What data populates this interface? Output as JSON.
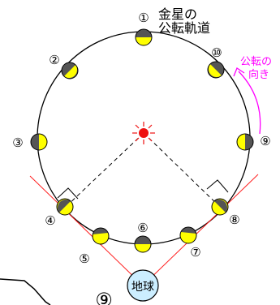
{
  "title": {
    "line1": "金星の",
    "line2": "公転軌道"
  },
  "direction_label": {
    "line1": "公転の",
    "line2": "向き"
  },
  "earth_label": "地球",
  "positions": [
    {
      "n": "1",
      "glyph": "①"
    },
    {
      "n": "2",
      "glyph": "②"
    },
    {
      "n": "3",
      "glyph": "③"
    },
    {
      "n": "4",
      "glyph": "④"
    },
    {
      "n": "5",
      "glyph": "⑤"
    },
    {
      "n": "6",
      "glyph": "⑥"
    },
    {
      "n": "7",
      "glyph": "⑦"
    },
    {
      "n": "8",
      "glyph": "⑧"
    },
    {
      "n": "9",
      "glyph": "⑨"
    },
    {
      "n": "10",
      "glyph": "⑩"
    }
  ],
  "extra_glyph": "⑨",
  "colors": {
    "lit": "#ffff00",
    "dark": "#555555",
    "sun": "#ee1111",
    "arrow": "#ff00ff",
    "sightline": "#ff2020",
    "earth": "#cceeff"
  }
}
